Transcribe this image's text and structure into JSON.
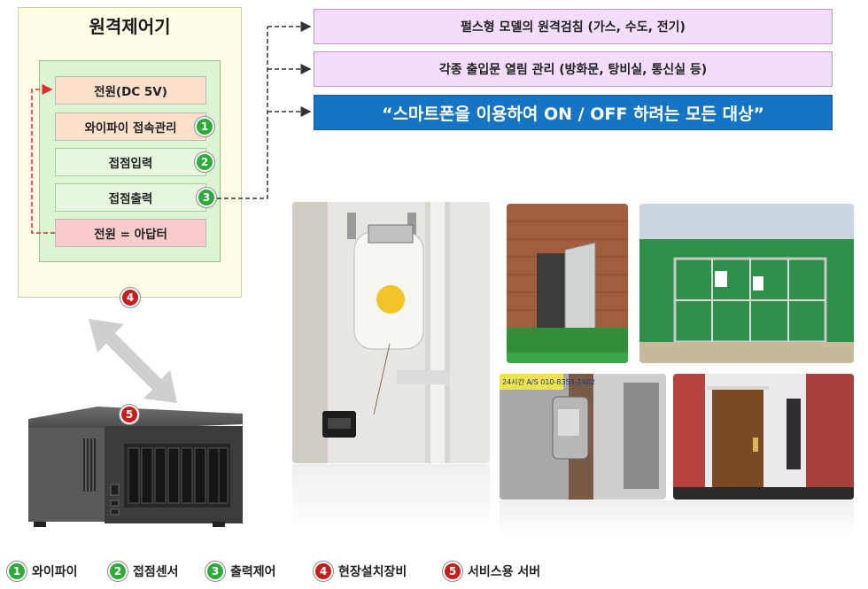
{
  "controller": {
    "title": "원격제어기",
    "modules": [
      {
        "label": "전원(DC 5V)"
      },
      {
        "label": "와이파이 접속관리",
        "badge": "1"
      },
      {
        "label": "접점입력",
        "badge": "2"
      },
      {
        "label": "접점출력",
        "badge": "3"
      },
      {
        "label": "전원 = 아답터"
      }
    ],
    "device_badge": "4"
  },
  "server": {
    "badge": "5"
  },
  "targets": [
    "펄스형 모델의 원격검침 (가스, 수도, 전기)",
    "각종 출입문 열림 관리 (방화문, 탕비실, 통신실 등)",
    "“스마트폰을 이용하여 ON / OFF 하려는 모든 대상”"
  ],
  "photos": [
    {
      "name": "gas-meter-photo",
      "sign_text": "24시간 A/S 010-8358-1402"
    },
    {
      "name": "green-door-photo"
    },
    {
      "name": "fence-gate-photo"
    },
    {
      "name": "door-lock-photo"
    },
    {
      "name": "wood-door-photo"
    }
  ],
  "legend": [
    {
      "num": "1",
      "label": "와이파이",
      "color": "#2eab3b"
    },
    {
      "num": "2",
      "label": "접점센서",
      "color": "#2eab3b"
    },
    {
      "num": "3",
      "label": "출력제어",
      "color": "#2eab3b"
    },
    {
      "num": "4",
      "label": "현장설치장비",
      "color": "#c61d1d"
    },
    {
      "num": "5",
      "label": "서비스용 서버",
      "color": "#c61d1d"
    }
  ],
  "colors": {
    "accent_blue": "#1574c4",
    "badge_green": "#2eab3b",
    "badge_red": "#c61d1d",
    "power_line": "#e02b2b"
  }
}
